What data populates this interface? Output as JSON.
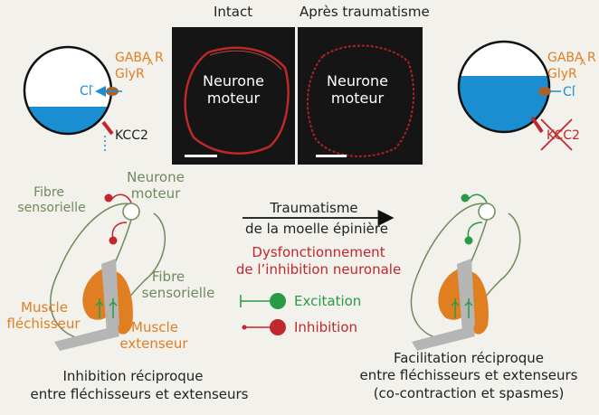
{
  "top": {
    "intact_label": "Intact",
    "after_label": "Après traumatisme",
    "neuron_label_line1": "Neurone",
    "neuron_label_line2": "moteur",
    "left_cell": {
      "receptor_line1": "GABA",
      "receptor_sub": "A",
      "receptor_sup": "R",
      "receptor_line2": "GlyR",
      "ion": "Cl",
      "ion_charge": "-",
      "transporter": "KCC2"
    },
    "right_cell": {
      "receptor_line1": "GABA",
      "receptor_sub": "A",
      "receptor_sup": "R",
      "receptor_line2": "GlyR",
      "ion": "Cl",
      "ion_charge": "-",
      "transporter": "KCC2"
    }
  },
  "middle": {
    "arrow_line1": "Traumatisme",
    "arrow_line2": "de la moelle épinière",
    "dysfunction_line1": "Dysfonctionnement",
    "dysfunction_line2": "de l’inhibition neuronale"
  },
  "legend": {
    "excitation": "Excitation",
    "inhibition": "Inhibition"
  },
  "left_circuit": {
    "sensory_fibre_top_line1": "Fibre",
    "sensory_fibre_top_line2": "sensorielle",
    "motor_neuron_line1": "Neurone",
    "motor_neuron_line2": "moteur",
    "sensory_fibre_mid_line1": "Fibre",
    "sensory_fibre_mid_line2": "sensorielle",
    "flexor_line1": "Muscle",
    "flexor_line2": "fléchisseur",
    "extensor_line1": "Muscle",
    "extensor_line2": "extenseur",
    "caption_line1": "Inhibition réciproque",
    "caption_line2": "entre fléchisseurs et extenseurs"
  },
  "right_circuit": {
    "caption_line1": "Facilitation réciproque",
    "caption_line2": "entre fléchisseurs et extenseurs",
    "caption_line3": "(co-contraction et spasmes)"
  },
  "colors": {
    "background": "#f2f1eb",
    "orange": "#e07f22",
    "red": "#c1272d",
    "green": "#2a9a46",
    "sensory_green": "#6f8a5a",
    "blue": "#1a8ed0",
    "bone": "#b5b5b5"
  }
}
